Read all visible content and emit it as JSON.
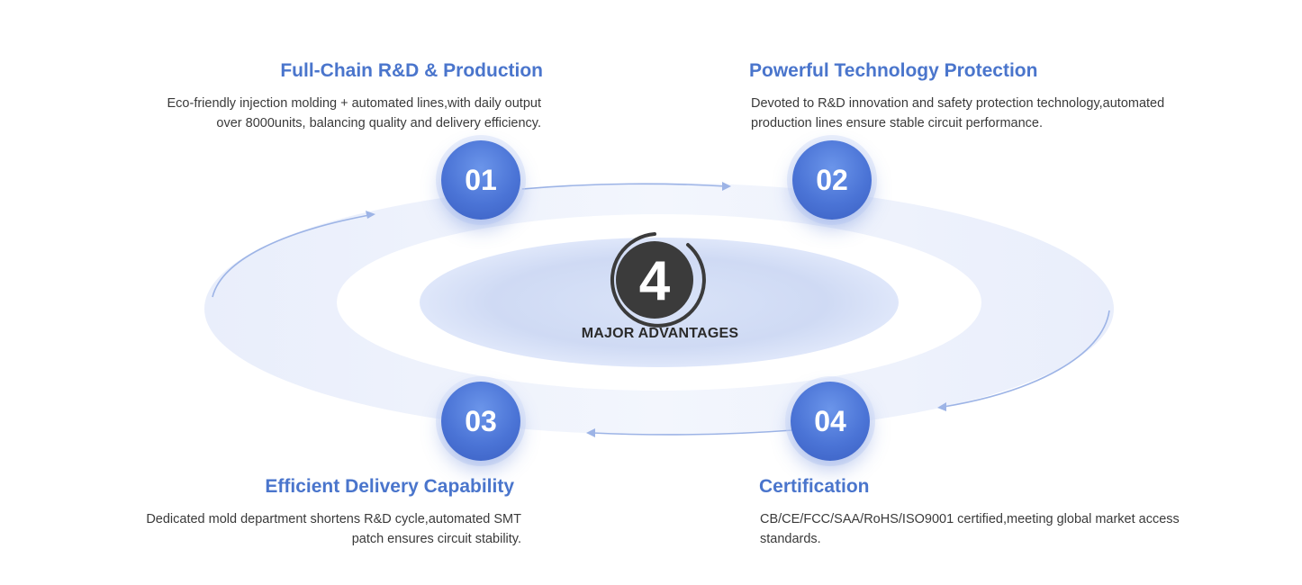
{
  "center": {
    "number": "4",
    "label": "MAJOR ADVANTAGES"
  },
  "advantages": [
    {
      "number": "01",
      "title": "Full-Chain R&D & Production",
      "description_lines": [
        "Eco-friendly injection molding + automated lines,with daily output",
        "over 8000units, balancing quality and delivery efficiency."
      ]
    },
    {
      "number": "02",
      "title": "Powerful Technology Protection",
      "description_lines": [
        "Devoted to R&D innovation and safety protection technology,automated",
        "production lines ensure stable circuit performance."
      ]
    },
    {
      "number": "03",
      "title": "Efficient Delivery Capability",
      "description_lines": [
        "Dedicated mold department shortens R&D cycle,automated SMT",
        "patch ensures circuit stability."
      ]
    },
    {
      "number": "04",
      "title": "Certification",
      "description_lines": [
        "CB/CE/FCC/SAA/RoHS/ISO9001 certified,meeting global market access",
        "standards."
      ]
    }
  ],
  "colors": {
    "accent": "#4a75cc",
    "text": "#3a3a3a",
    "center_text": "#2b2b2b"
  }
}
